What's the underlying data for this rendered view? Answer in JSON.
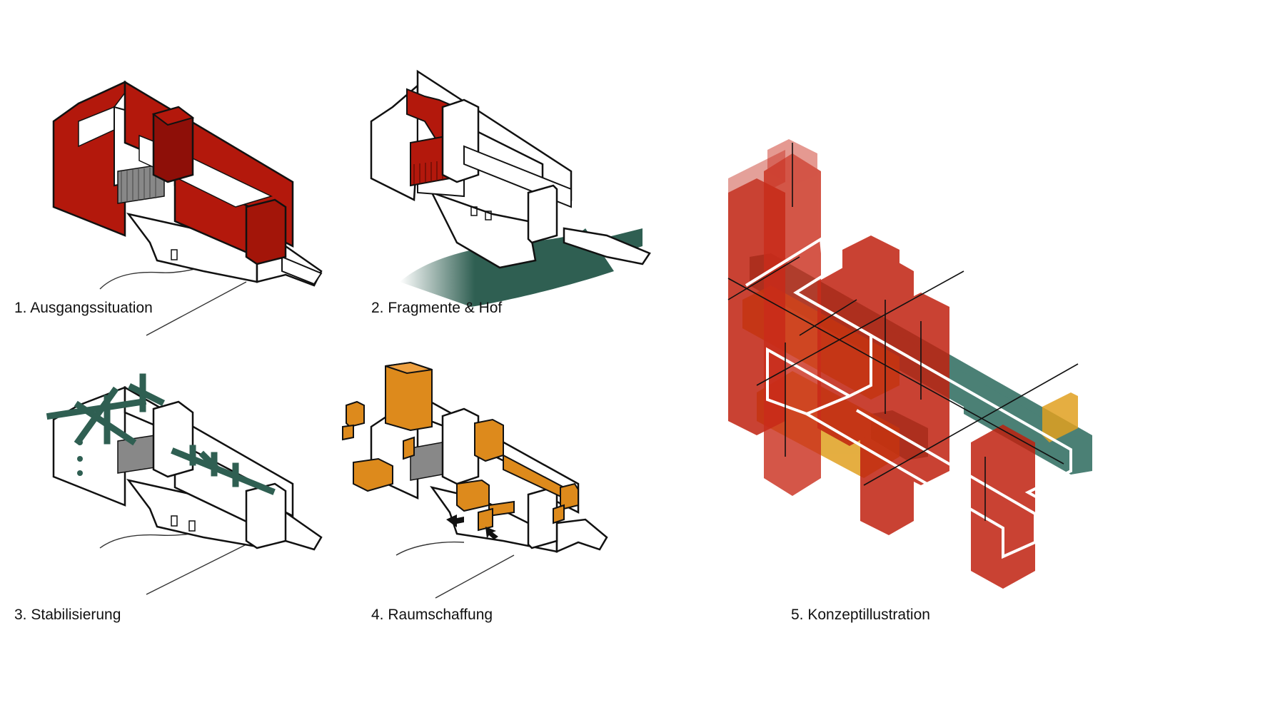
{
  "colors": {
    "red": "#b3180c",
    "dark_green": "#2f5f52",
    "orange": "#dd8a1c",
    "yellow": "#e0a020",
    "teal": "#2c6a5e",
    "outline": "#111111"
  },
  "panels": [
    {
      "caption": "1.  Ausgangssituation",
      "highlight": "red"
    },
    {
      "caption": "2. Fragmente & Hof",
      "highlight": "red"
    },
    {
      "caption": "3. Stabilisierung",
      "highlight": "dark_green"
    },
    {
      "caption": "4. Raumschaffung",
      "highlight": "orange"
    },
    {
      "caption": "5. Konzeptillustration",
      "highlight": "mixed"
    }
  ]
}
